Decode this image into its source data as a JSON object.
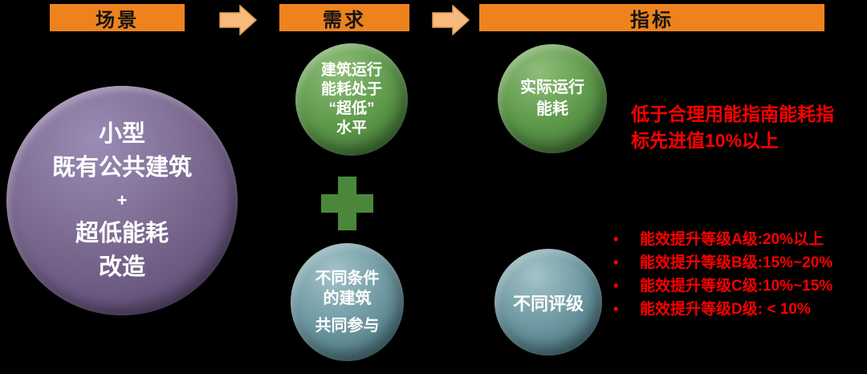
{
  "page": {
    "background_color": "#000000",
    "header_bar_color": "#EE831E",
    "arrow_fill_color": "#F7BA7C",
    "arrow_stroke_color": "#DE9D57",
    "scenario_circle_color": "#7B688F",
    "demand_top_circle_color": "#5F9A4C",
    "demand_bottom_circle_color": "#6E98A1",
    "plus_color": "#4B873B",
    "indicator_text_color": "#FE0000",
    "circle_text_color": "#FFFFFF"
  },
  "header": {
    "steps": [
      {
        "label": "场景"
      },
      {
        "label": "需求"
      },
      {
        "label": "指标"
      }
    ]
  },
  "scenario_circle": {
    "lines": [
      "小型",
      "既有公共建筑",
      "+",
      "超低能耗",
      "改造"
    ]
  },
  "demand": {
    "top_circle_lines": [
      "建筑运行",
      "能耗处于",
      "“超低”",
      "水平"
    ],
    "bottom_circle_lines": [
      "不同条件",
      "的建筑",
      "共同参与"
    ]
  },
  "indicator": {
    "top_circle_lines": [
      "实际运行",
      "能耗"
    ],
    "bottom_circle_label": "不同评级",
    "headline_lines": [
      "低于合理用能指南能耗指",
      "标先进值10%以上"
    ],
    "bullet_icon": "•",
    "bullets": [
      "能效提升等级A级:20%以上",
      "能效提升等级B级:15%~20%",
      "能效提升等级C级:10%~15%",
      "能效提升等级D级: < 10%"
    ]
  }
}
